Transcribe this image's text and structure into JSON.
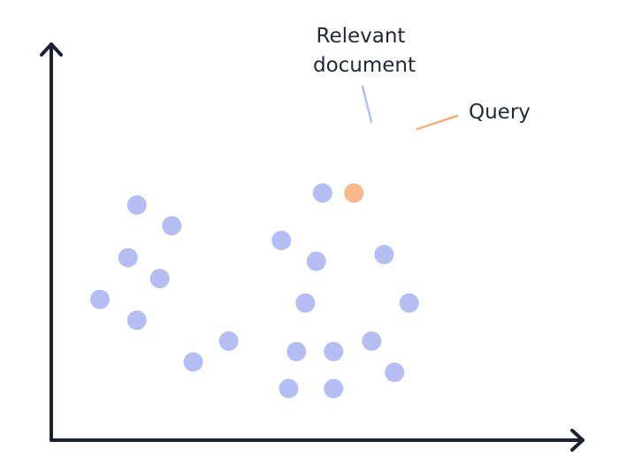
{
  "annotations": {
    "relevant_line1": "Relevant",
    "relevant_line2": "document",
    "query": "Query"
  },
  "colors": {
    "axis": "#1c2230",
    "document_point": "#b5bef3",
    "query_point": "#f7b98c",
    "relevant_leader": "#b5bef3",
    "query_leader": "#f2ad7e",
    "text": "#1f2937"
  },
  "chart_data": {
    "type": "scatter",
    "series": [
      {
        "kind": "documents",
        "points": [
          [
            1.64,
            4.51
          ],
          [
            2.31,
            4.11
          ],
          [
            1.47,
            3.5
          ],
          [
            2.08,
            3.1
          ],
          [
            0.93,
            2.7
          ],
          [
            1.64,
            2.3
          ],
          [
            2.72,
            1.5
          ],
          [
            3.4,
            1.9
          ],
          [
            4.41,
            3.83
          ],
          [
            5.08,
            3.43
          ],
          [
            4.87,
            2.63
          ],
          [
            4.7,
            1.7
          ],
          [
            5.41,
            1.7
          ],
          [
            6.14,
            1.9
          ],
          [
            4.55,
            0.99
          ],
          [
            5.41,
            0.99
          ],
          [
            6.58,
            1.3
          ],
          [
            6.38,
            3.56
          ],
          [
            6.86,
            2.63
          ]
        ]
      },
      {
        "kind": "relevant-document",
        "points": [
          [
            5.2,
            4.74
          ]
        ]
      },
      {
        "kind": "query",
        "points": [
          [
            5.8,
            4.74
          ]
        ]
      }
    ]
  }
}
